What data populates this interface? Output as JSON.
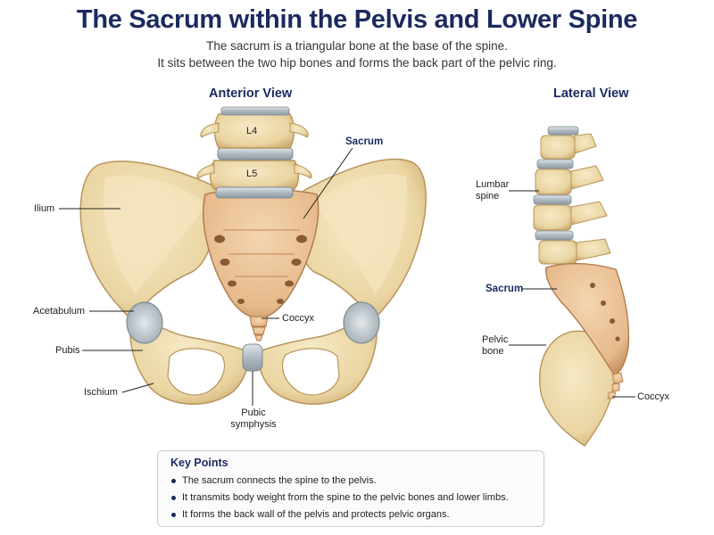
{
  "header": {
    "title": "The Sacrum within the Pelvis and Lower Spine",
    "subtitle_line1": "The sacrum is a triangular bone at the base of the spine.",
    "subtitle_line2": "It sits between the two hip bones and forms the back part of the pelvic ring."
  },
  "anterior": {
    "title": "Anterior View",
    "vertebra_l4": "L4",
    "vertebra_l5": "L5",
    "labels": {
      "ilium": "Ilium",
      "acetabulum": "Acetabulum",
      "pubis": "Pubis",
      "ischium": "Ischium",
      "sacrum": "Sacrum",
      "coccyx": "Coccyx",
      "pubic_symphysis_line1": "Pubic",
      "pubic_symphysis_line2": "symphysis"
    }
  },
  "lateral": {
    "title": "Lateral View",
    "labels": {
      "lumbar_line1": "Lumbar",
      "lumbar_line2": "spine",
      "sacrum": "Sacrum",
      "pelvic_line1": "Pelvic",
      "pelvic_line2": "bone",
      "coccyx": "Coccyx"
    }
  },
  "key_points": {
    "title": "Key Points",
    "items": [
      "The sacrum connects the spine to the pelvis.",
      "It transmits body weight from the spine to the pelvic bones and lower limbs.",
      "It forms the back wall of the pelvis and protects pelvic organs."
    ]
  },
  "colors": {
    "title": "#1b2a5e",
    "bone": "#eedcae",
    "bone_dark": "#c9ab72",
    "sacrum": "#ecc59a",
    "cartilage": "#b8c2c8"
  }
}
